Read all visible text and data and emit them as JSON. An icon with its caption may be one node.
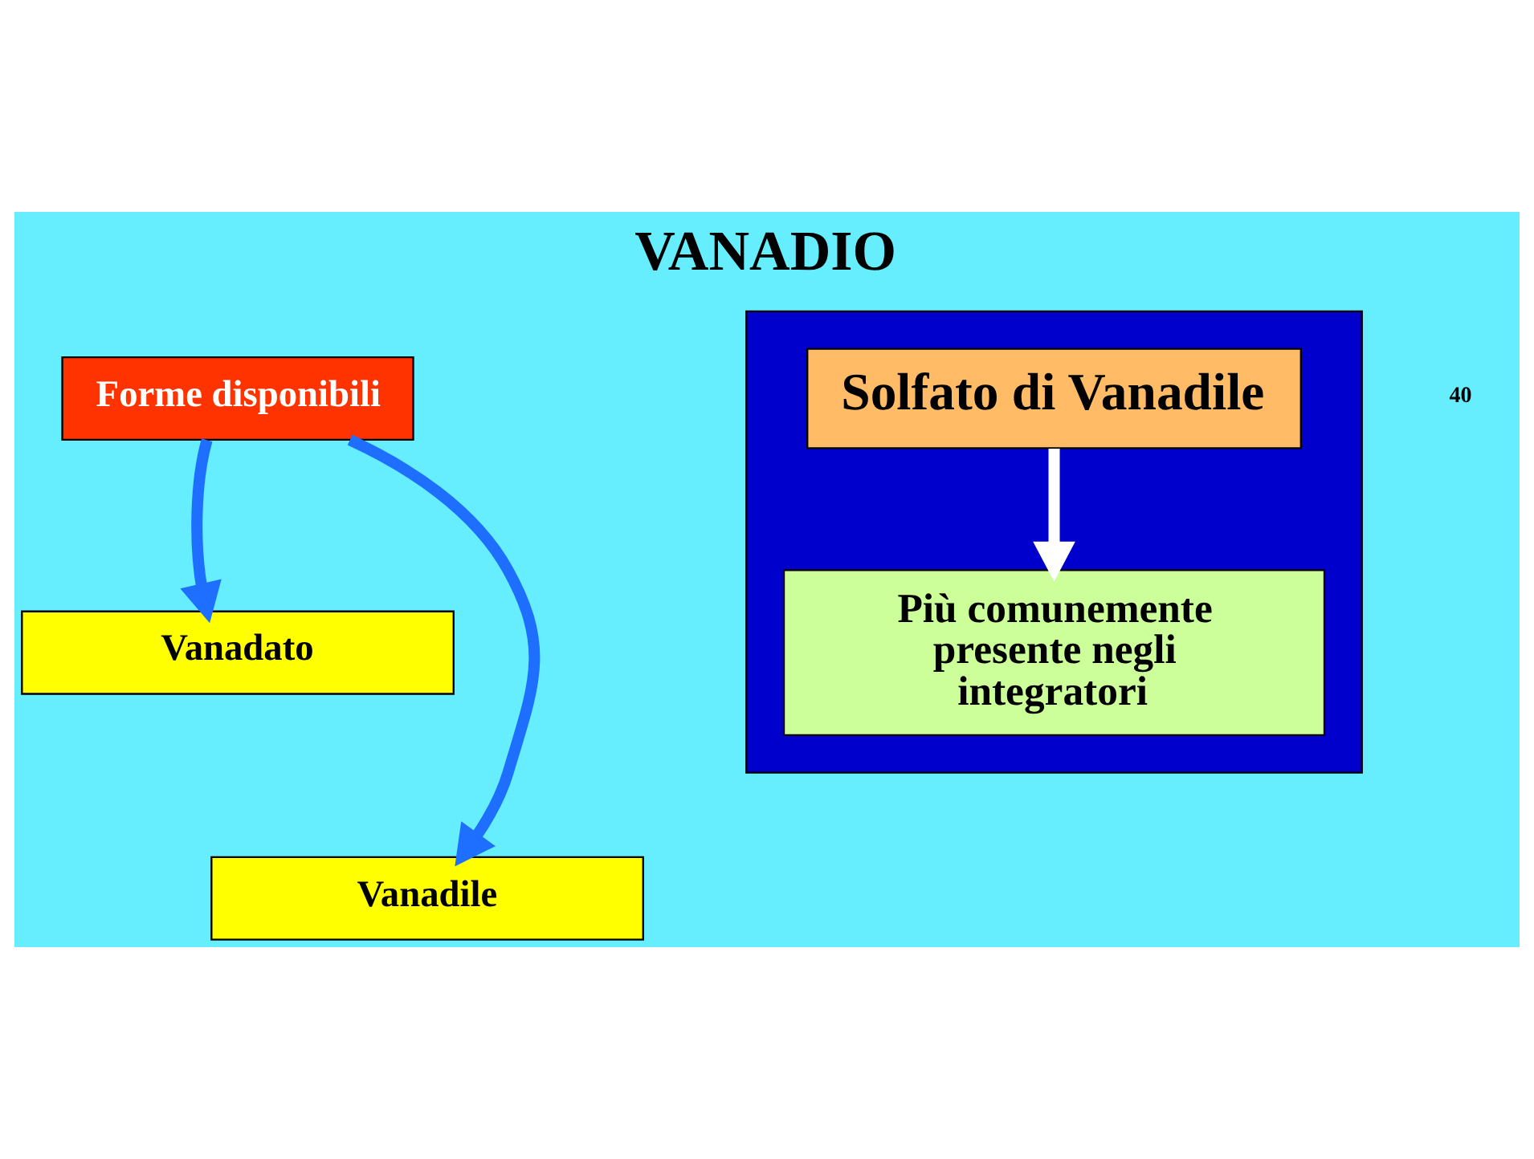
{
  "diagram": {
    "title": "VANADIO",
    "nodes": [
      {
        "text": [
          "Forme disponibili"
        ]
      },
      {
        "text": [
          "Vanadato"
        ]
      },
      {
        "text": [
          "Vanadile"
        ]
      },
      {
        "text": [],
        "shape": "box"
      },
      {
        "text": [
          "Solfato di Vanadile"
        ],
        "in": 3
      },
      {
        "text": [
          "Più comunemente presente negli integratori"
        ],
        "in": 3
      }
    ],
    "edges": [
      {
        "from": 0,
        "to": 2,
        "arrow": "to"
      },
      {
        "from": 0,
        "to": 1,
        "arrow": "to"
      },
      {
        "from": 4,
        "to": 5,
        "arrow": "to",
        "color": "#ffffff"
      }
    ],
    "labels": [
      "40"
    ]
  }
}
